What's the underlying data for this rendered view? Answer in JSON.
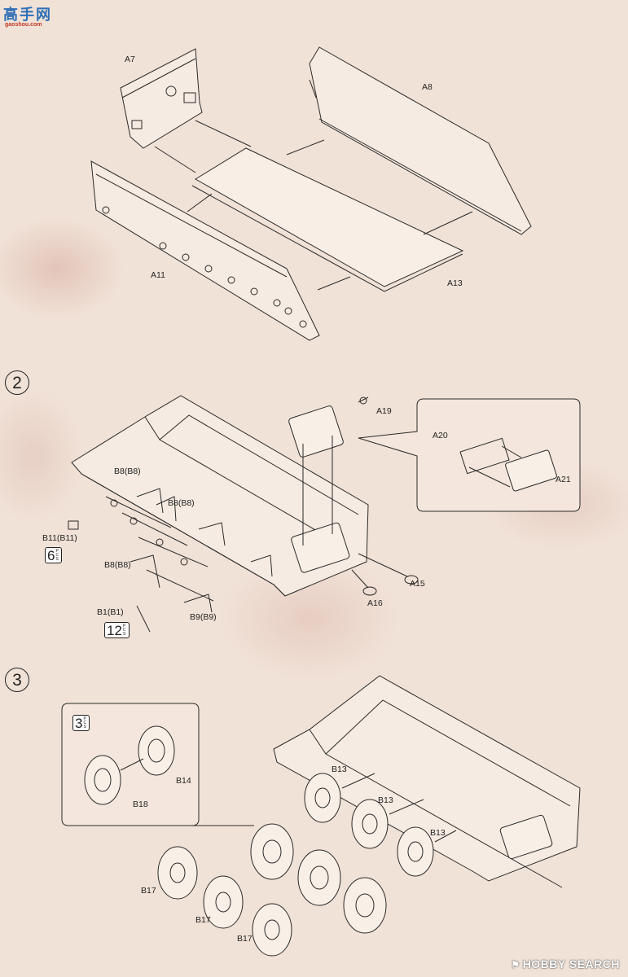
{
  "watermark": {
    "site_cn": "高手网",
    "site_url": "gaoshou.com"
  },
  "steps": {
    "step2": "2",
    "step3": "3"
  },
  "step1": {
    "labels": {
      "a7": "A7",
      "a8": "A8",
      "a11": "A11",
      "a13": "A13"
    }
  },
  "step2": {
    "labels": {
      "b8_1": "B8(B8)",
      "b8_2": "B8(B8)",
      "b8_3": "B8(B8)",
      "b11": "B11(B11)",
      "b1": "B1(B1)",
      "b9": "B9(B9)",
      "a19": "A19",
      "a20": "A20",
      "a21": "A21",
      "a15": "A15",
      "a16": "A16"
    },
    "qty_b11": "6",
    "qty_b1": "12",
    "pcs_unit": "PCS"
  },
  "step3": {
    "labels": {
      "b13_1": "B13",
      "b13_2": "B13",
      "b13_3": "B13",
      "b14": "B14",
      "b18": "B18",
      "b17_1": "B17",
      "b17_2": "B17",
      "b17_3": "B17"
    },
    "qty_wheel": "3",
    "pcs_unit": "PCS"
  },
  "footer": {
    "brand": "HOBBY SEARCH"
  }
}
